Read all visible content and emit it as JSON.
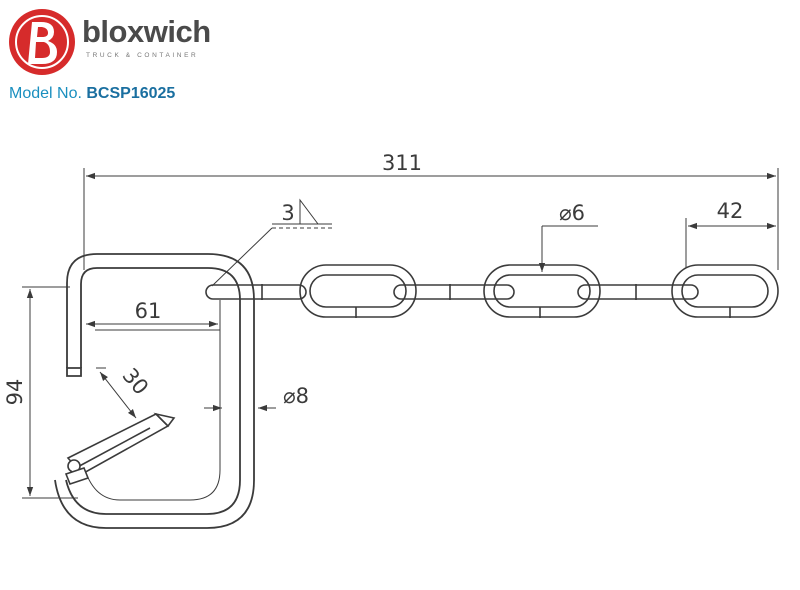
{
  "header": {
    "brand_name": "bloxwich",
    "tagline": "TRUCK & CONTAINER",
    "model_label": "Model No.",
    "model_number": "BCSP16025"
  },
  "dimensions": {
    "overall_length": "311",
    "weld_size": "3",
    "link_diameter": "⌀6",
    "link_pitch": "42",
    "inner_width": "61",
    "hook_height": "94",
    "latch_gap": "30",
    "rod_diameter": "⌀8"
  },
  "colors": {
    "brand_red": "#d62b2b",
    "brand_blue": "#1a8fbf",
    "line": "#3b3b3b"
  }
}
